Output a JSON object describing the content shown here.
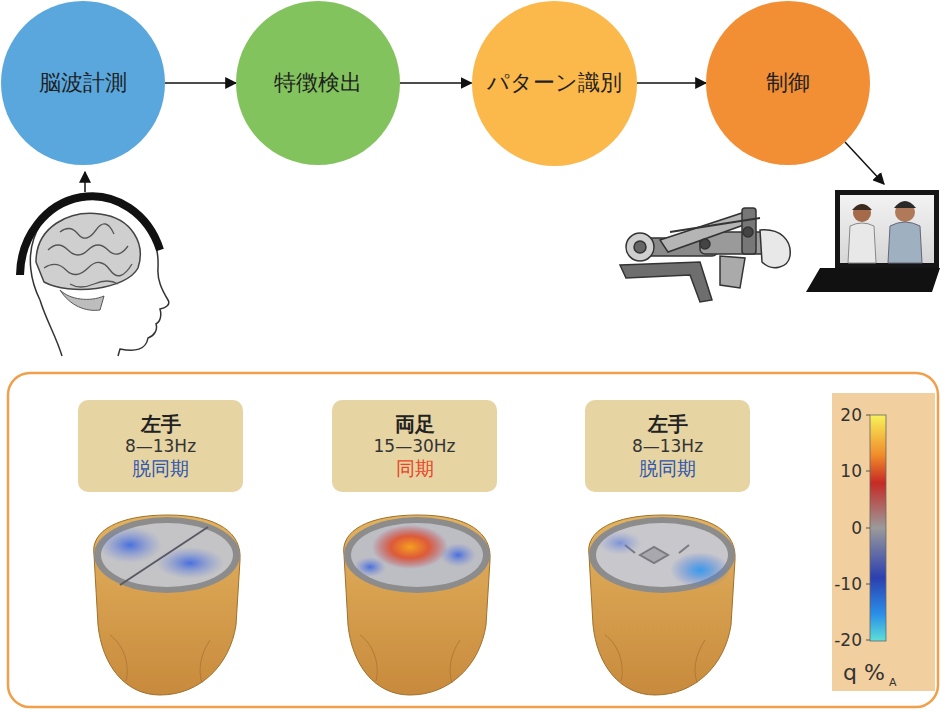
{
  "diagram": {
    "nodes": [
      {
        "text": [
          "脳波計測"
        ]
      },
      {
        "text": [
          "特徴検出"
        ]
      },
      {
        "text": [
          "パターン識別"
        ]
      },
      {
        "text": [
          "制御"
        ]
      },
      {
        "text": [
          "左手",
          "8—13Hz",
          "脱同期"
        ]
      },
      {
        "text": [
          "両足",
          "15—30Hz",
          "同期"
        ]
      },
      {
        "text": [
          "左手",
          "8—13Hz",
          "脱同期"
        ]
      }
    ],
    "edges": [
      {
        "from": 0,
        "to": 1,
        "arrow": "to"
      },
      {
        "from": 1,
        "to": 2,
        "arrow": "to"
      },
      {
        "from": 2,
        "to": 3,
        "arrow": "to"
      }
    ],
    "labels": [
      "20",
      "10",
      "0",
      "-10",
      "-20",
      "q %",
      "A"
    ]
  }
}
